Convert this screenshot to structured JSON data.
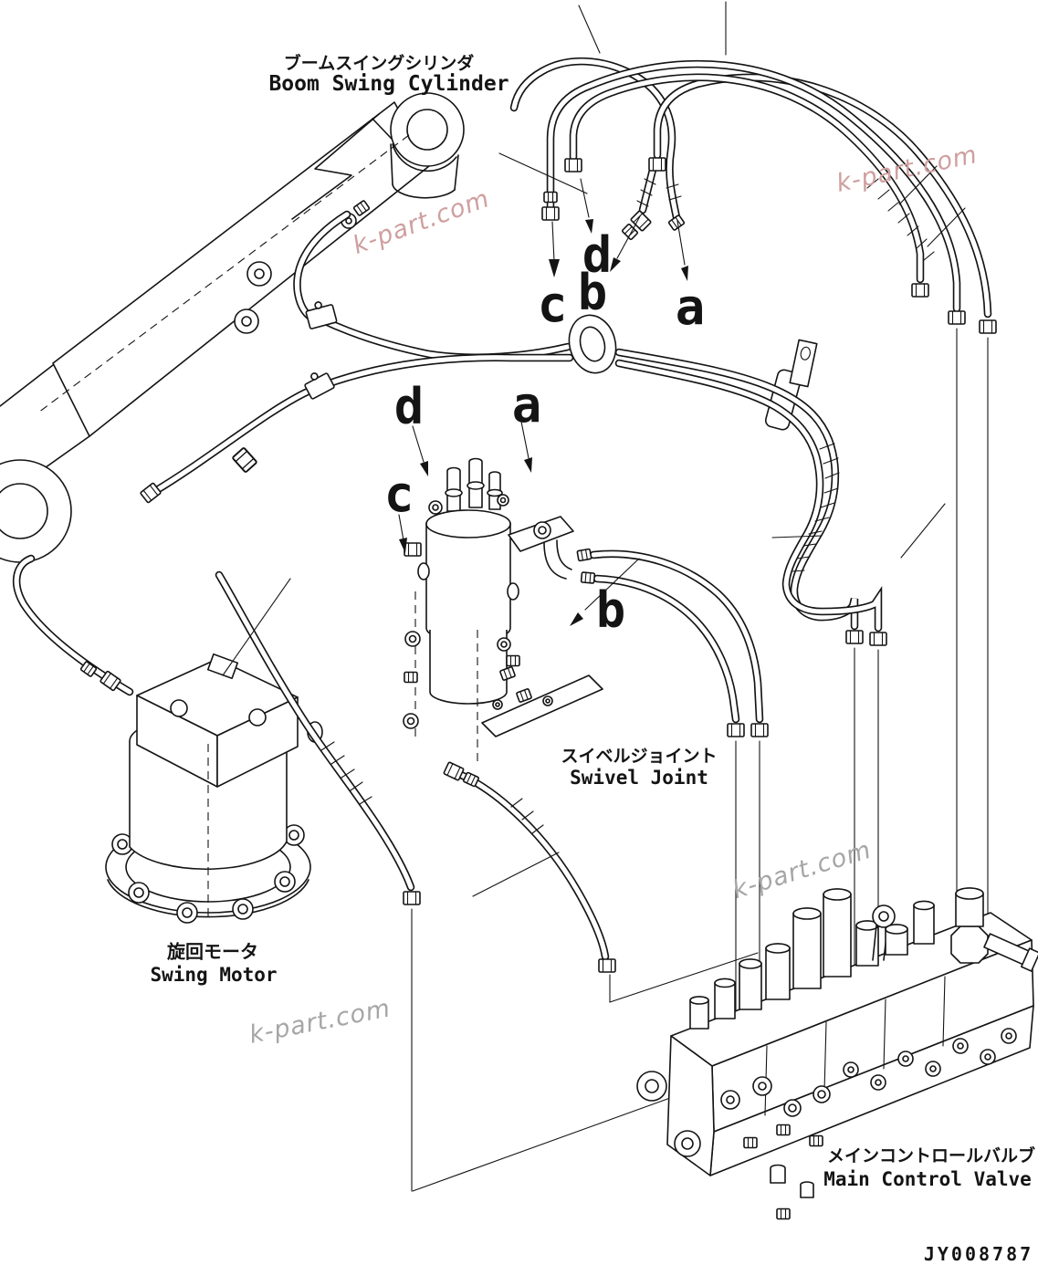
{
  "drawing_number": "JY008787",
  "watermark": {
    "text": "k-part.com"
  },
  "components": {
    "boom_swing_cylinder": {
      "jp": "ブームスイングシリンダ",
      "en": "Boom Swing Cylinder"
    },
    "swivel_joint": {
      "jp": "スイベルジョイント",
      "en": "Swivel Joint"
    },
    "swing_motor": {
      "jp": "旋回モータ",
      "en": "Swing Motor"
    },
    "main_control_valve": {
      "jp": "メインコントロールバルブ",
      "en": "Main Control Valve"
    }
  },
  "callouts": {
    "hose_ends_top": {
      "a": "a",
      "b": "b",
      "c": "c",
      "d": "d"
    },
    "swivel_ports": {
      "a": "a",
      "b": "b",
      "c": "c",
      "d": "d"
    }
  },
  "colors": {
    "line": "#141414",
    "watermark_pink": "#cf9f9f",
    "watermark_gray": "#a6a6a6",
    "background": "#ffffff"
  }
}
